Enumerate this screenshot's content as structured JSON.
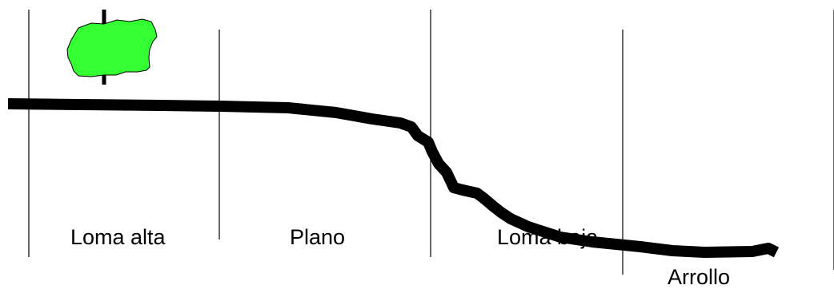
{
  "zones": [
    {
      "label": "Loma alta"
    },
    {
      "label": "Plano"
    },
    {
      "label": "Loma baja"
    },
    {
      "label": "Arrollo"
    }
  ],
  "colors": {
    "terrain_line": "#000000",
    "tree_fill": "#33ff33",
    "tree_outline": "#000000",
    "background": "#ffffff"
  },
  "icons": {
    "tree": "tree-icon"
  }
}
